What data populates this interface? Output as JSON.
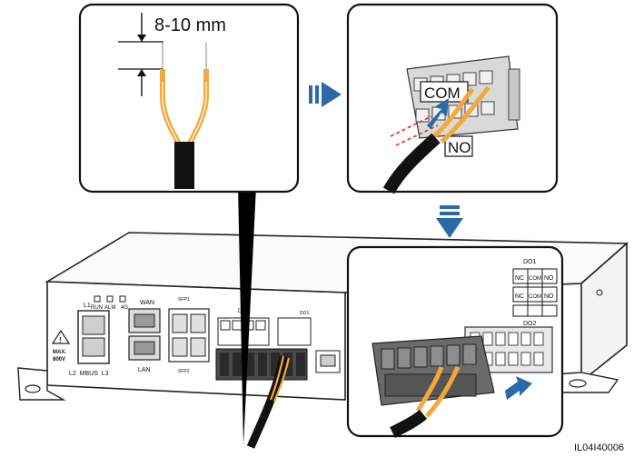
{
  "strip_length": "8-10 mm",
  "terminal_labels": {
    "com": "COM",
    "no": "NO"
  },
  "device": {
    "l1": "L1",
    "l2_mbus_l3": "L2  MBUS  L3",
    "max_voltage_line1": "MAX.",
    "max_voltage_line2": "800V",
    "leds": [
      "RUN",
      "ALM",
      "4G"
    ],
    "wan": "WAN",
    "lan": "LAN",
    "sfp1": "SFP1",
    "sfp2": "SFP2",
    "di": "DI",
    "do1": "DO1"
  },
  "do_panel": {
    "do1": "DO1",
    "do2": "DO2",
    "header_rows": [
      [
        "NC",
        "COM",
        "NO"
      ],
      [
        "NC",
        "COM",
        "NO"
      ]
    ]
  },
  "figure_id": "IL04I40006",
  "colors": {
    "wire_core": "#f2a93b",
    "cable": "#111111",
    "arrow": "#2a6aa8",
    "terminal": "#d9d9d9",
    "insertion_mark": "#e0302a"
  }
}
